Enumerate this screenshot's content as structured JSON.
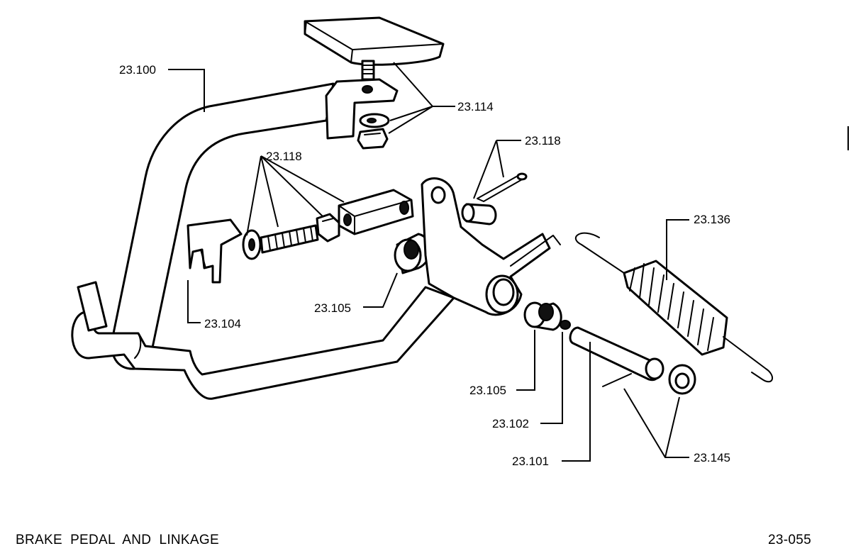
{
  "caption": "BRAKE  PEDAL  AND  LINKAGE",
  "figure_number": "23-055",
  "labels": {
    "p100": "23.100",
    "p114": "23.114",
    "p118_left": "23.118",
    "p118_right": "23.118",
    "p136": "23.136",
    "p105_upper": "23.105",
    "p104": "23.104",
    "p105_lower": "23.105",
    "p102": "23.102",
    "p101": "23.101",
    "p145": "23.145"
  }
}
